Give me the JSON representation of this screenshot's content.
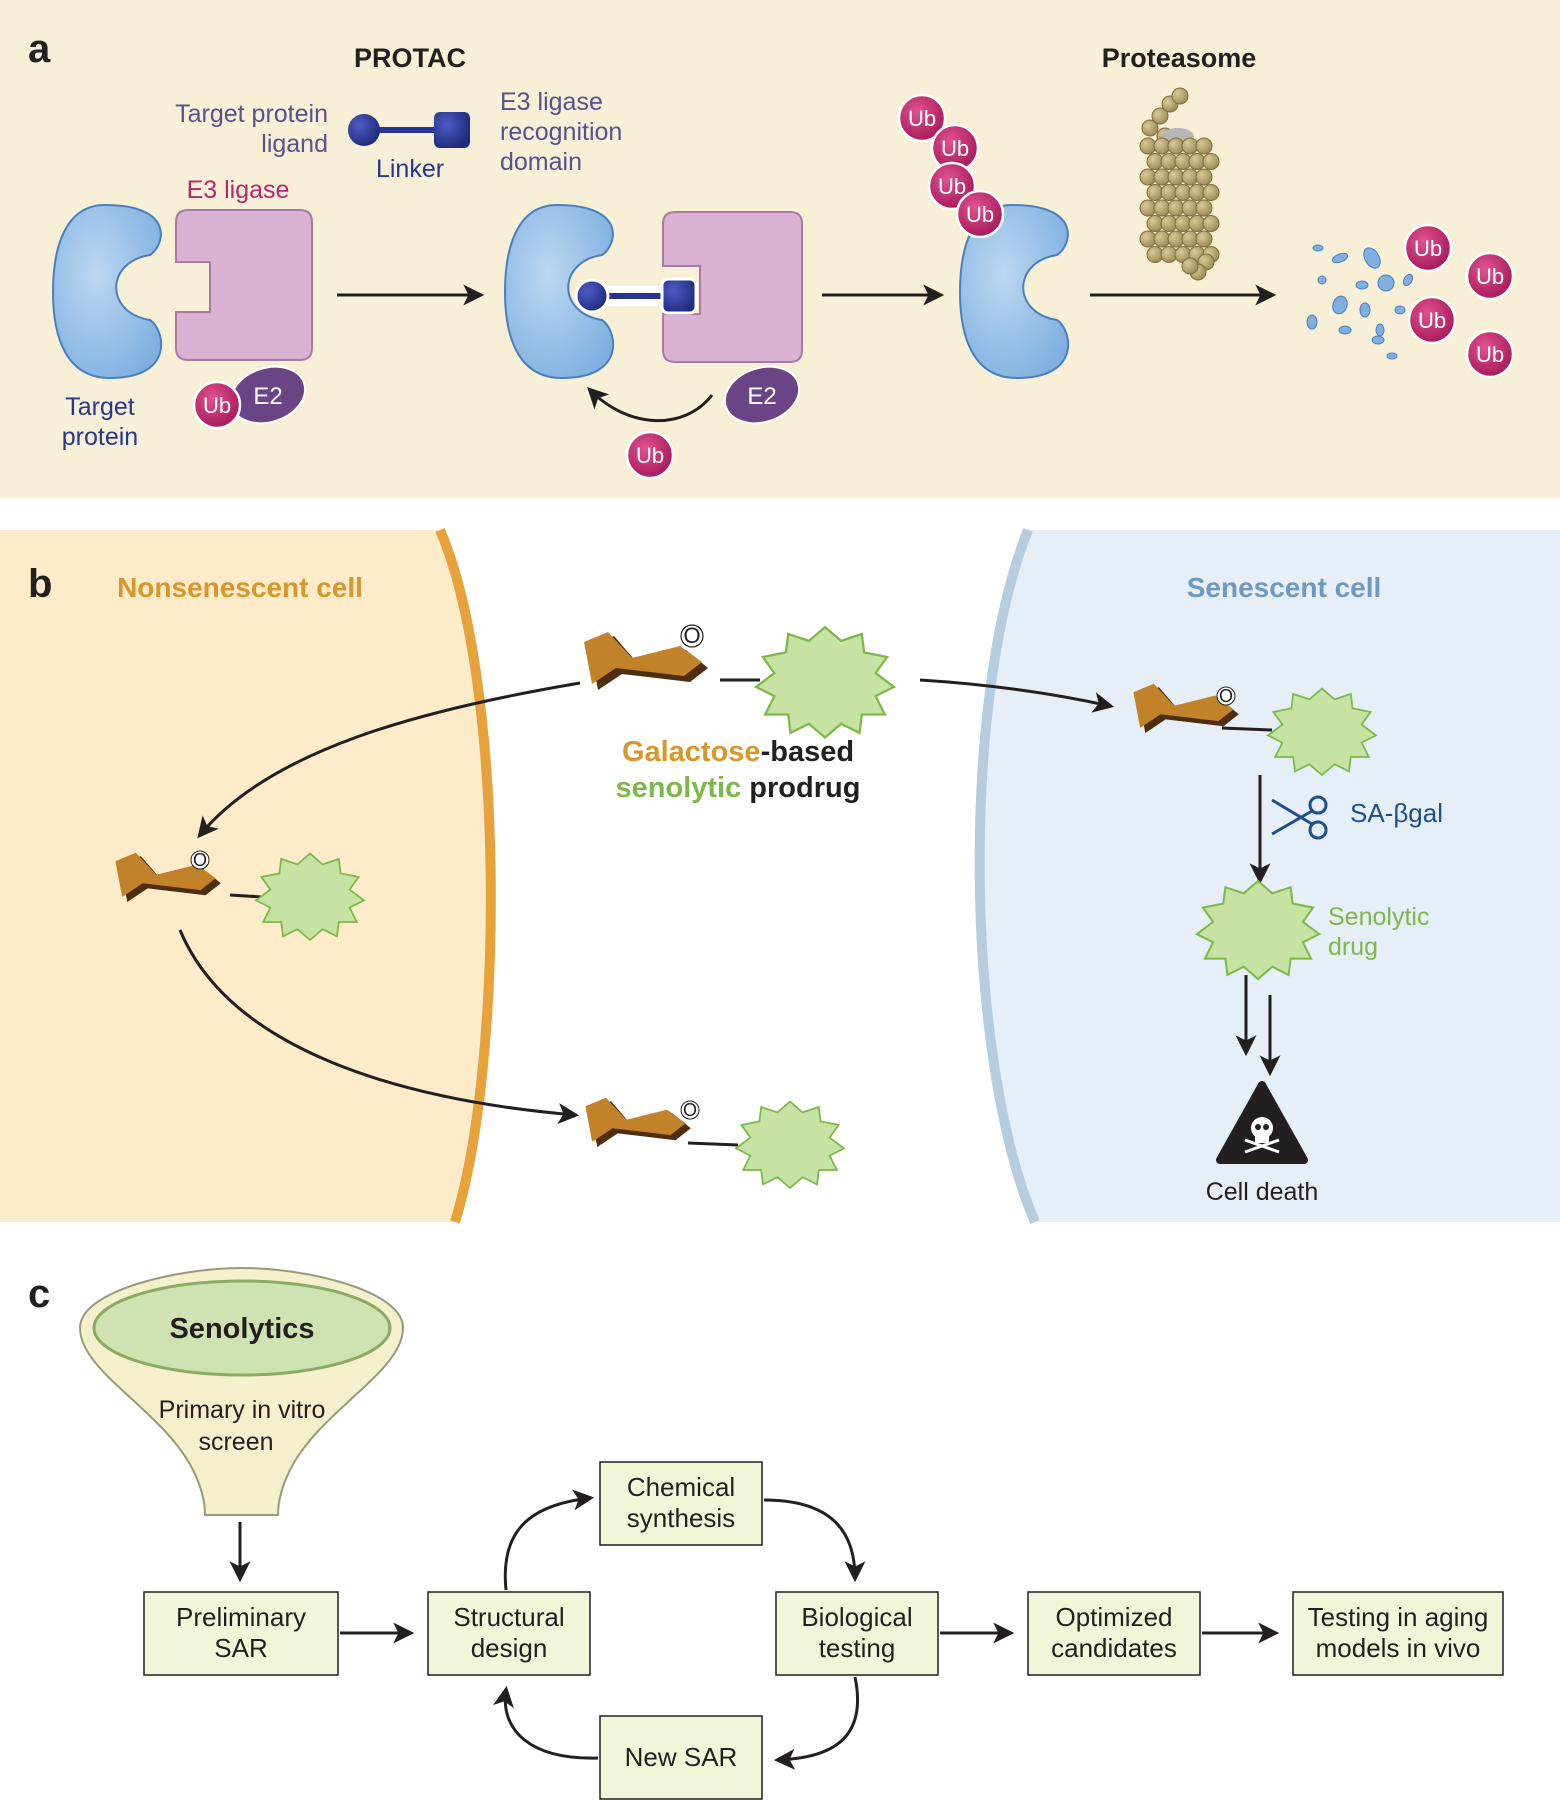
{
  "colors": {
    "panel_a_bg": "#f7f0d6",
    "nonsenescent_bg": "#fdebc9",
    "nonsenescent_membrane": "#e8a23c",
    "senescent_bg": "#e6eef7",
    "senescent_membrane": "#b6cde0",
    "protein_blue": "#9cc3ea",
    "e3_pink": "#d9b2d4",
    "ub_magenta": "#c0246b",
    "e2_purple": "#6b4486",
    "linker_navy": "#283593",
    "galactose_brown": "#c2822a",
    "drug_green": "#c7e3a4",
    "box_fill": "#f2f6d9",
    "funnel_fill": "#f4f0cc"
  },
  "panel_a": {
    "letter": "a",
    "protac_title": "PROTAC",
    "proteasome_title": "Proteasome",
    "target_protein_ligand": [
      "Target protein",
      "ligand"
    ],
    "linker": "Linker",
    "e3_recognition": [
      "E3 ligase",
      "recognition",
      "domain"
    ],
    "e3_ligase": "E3 ligase",
    "target_protein": [
      "Target",
      "protein"
    ],
    "ub": "Ub",
    "e2": "E2"
  },
  "panel_b": {
    "letter": "b",
    "nonsenescent": "Nonsenescent cell",
    "senescent": "Senescent cell",
    "prodrug_line1_colored": "Galactose",
    "prodrug_line1_rest": "-based",
    "prodrug_line2_colored": "senolytic",
    "prodrug_line2_rest": " prodrug",
    "sugar_o": "O",
    "enzyme": "SA-βgal",
    "senolytic_drug": [
      "Senolytic",
      "drug"
    ],
    "cell_death": "Cell death"
  },
  "panel_c": {
    "letter": "c",
    "funnel_title": "Senolytics",
    "funnel_text": [
      "Primary in vitro",
      "screen"
    ],
    "boxes": {
      "preliminary": [
        "Preliminary",
        "SAR"
      ],
      "structural": [
        "Structural",
        "design"
      ],
      "chemical": [
        "Chemical",
        "synthesis"
      ],
      "biological": [
        "Biological",
        "testing"
      ],
      "new_sar": [
        "New SAR"
      ],
      "optimized": [
        "Optimized",
        "candidates"
      ],
      "aging": [
        "Testing in aging",
        "models in vivo"
      ]
    }
  }
}
